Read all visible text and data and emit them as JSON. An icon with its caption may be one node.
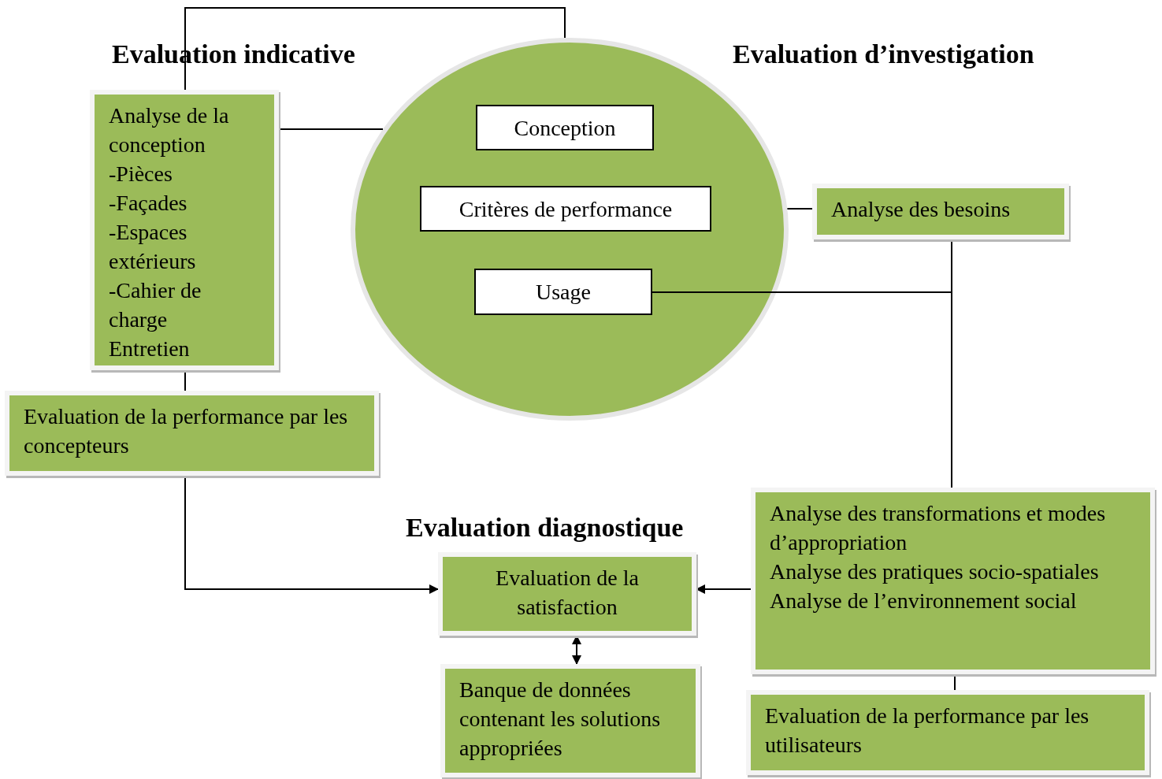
{
  "diagram": {
    "nodes": [
      {
        "text": [],
        "shape": "circle"
      },
      {
        "text": [
          "Conception"
        ],
        "in": 0
      },
      {
        "text": [
          "Critères de performance"
        ],
        "in": 0
      },
      {
        "text": [
          "Usage"
        ],
        "in": 0
      },
      {
        "text": [
          "Analyse de la conception",
          "-Pièces",
          "-Façades",
          "-Espaces extérieurs",
          "-Cahier de charge",
          "Entretien"
        ]
      },
      {
        "text": [
          "Analyse des besoins"
        ]
      },
      {
        "text": [
          "Evaluation de la performance par les concepteurs"
        ]
      },
      {
        "text": [
          "Evaluation de la satisfaction"
        ]
      },
      {
        "text": [
          "Banque de données contenant les solutions appropriées"
        ]
      },
      {
        "text": [
          "Analyse des transformations et modes d’appropriation",
          "Analyse des pratiques socio-spatiales",
          "Analyse de l’environnement social"
        ]
      },
      {
        "text": [
          "Evaluation de la performance par les utilisateurs"
        ]
      }
    ],
    "edges": [
      {
        "from": 4,
        "to": 0,
        "arrow": "none"
      },
      {
        "from": 4,
        "to": 0,
        "arrow": "none"
      },
      {
        "from": 4,
        "to": 6,
        "arrow": "none"
      },
      {
        "from": 6,
        "to": 7,
        "arrow": "to"
      },
      {
        "from": 0,
        "to": 5,
        "arrow": "none"
      },
      {
        "from": 5,
        "to": 9,
        "arrow": "none"
      },
      {
        "from": 3,
        "to": 9,
        "arrow": "none"
      },
      {
        "from": 9,
        "to": 7,
        "arrow": "to"
      },
      {
        "from": 7,
        "to": 8,
        "arrow": "both"
      },
      {
        "from": 9,
        "to": 10,
        "arrow": "none"
      }
    ],
    "labels": [
      "Evaluation indicative",
      "Evaluation d’investigation",
      "Evaluation diagnostique"
    ]
  }
}
